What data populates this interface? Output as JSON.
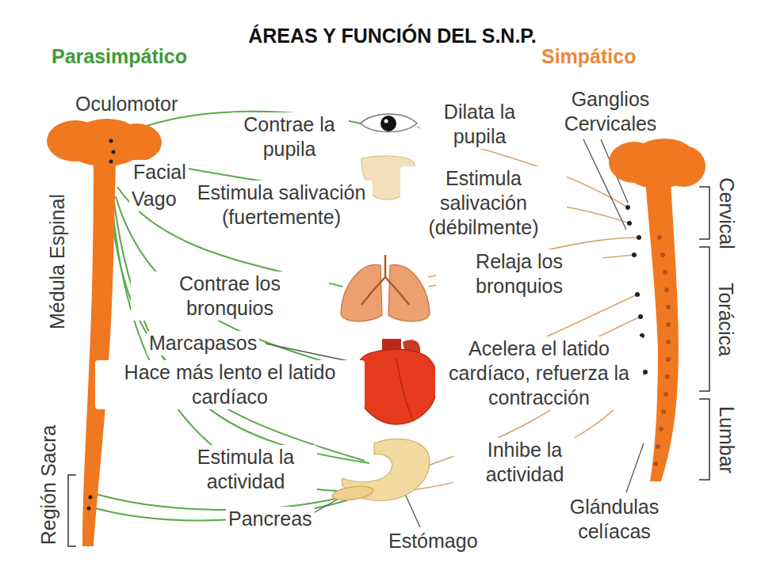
{
  "diagram": {
    "title": "ÁREAS Y FUNCIÓN DEL S.N.P.",
    "labels": [
      "Parasimpático",
      "Simpático",
      "Oculomotor",
      "Contrae la pupila",
      "Dilata la pupila",
      "Ganglios Cervicales",
      "Facial",
      "Vago",
      "Médula Espinal",
      "Estimula salivación (fuertemente)",
      "Estimula salivación (débilmente)",
      "Cervical",
      "Contrae los bronquios",
      "Relaja los bronquios",
      "Torácica",
      "Marcapasos",
      "Acelera el latido cardíaco, refuerza la contracción",
      "Hace más lento el latido cardíaco",
      "Estimula la actividad",
      "Inhibe la actividad",
      "Lumbar",
      "Región Sacra",
      "Glándulas celíacas",
      "Pancreas",
      "Estómago"
    ]
  }
}
